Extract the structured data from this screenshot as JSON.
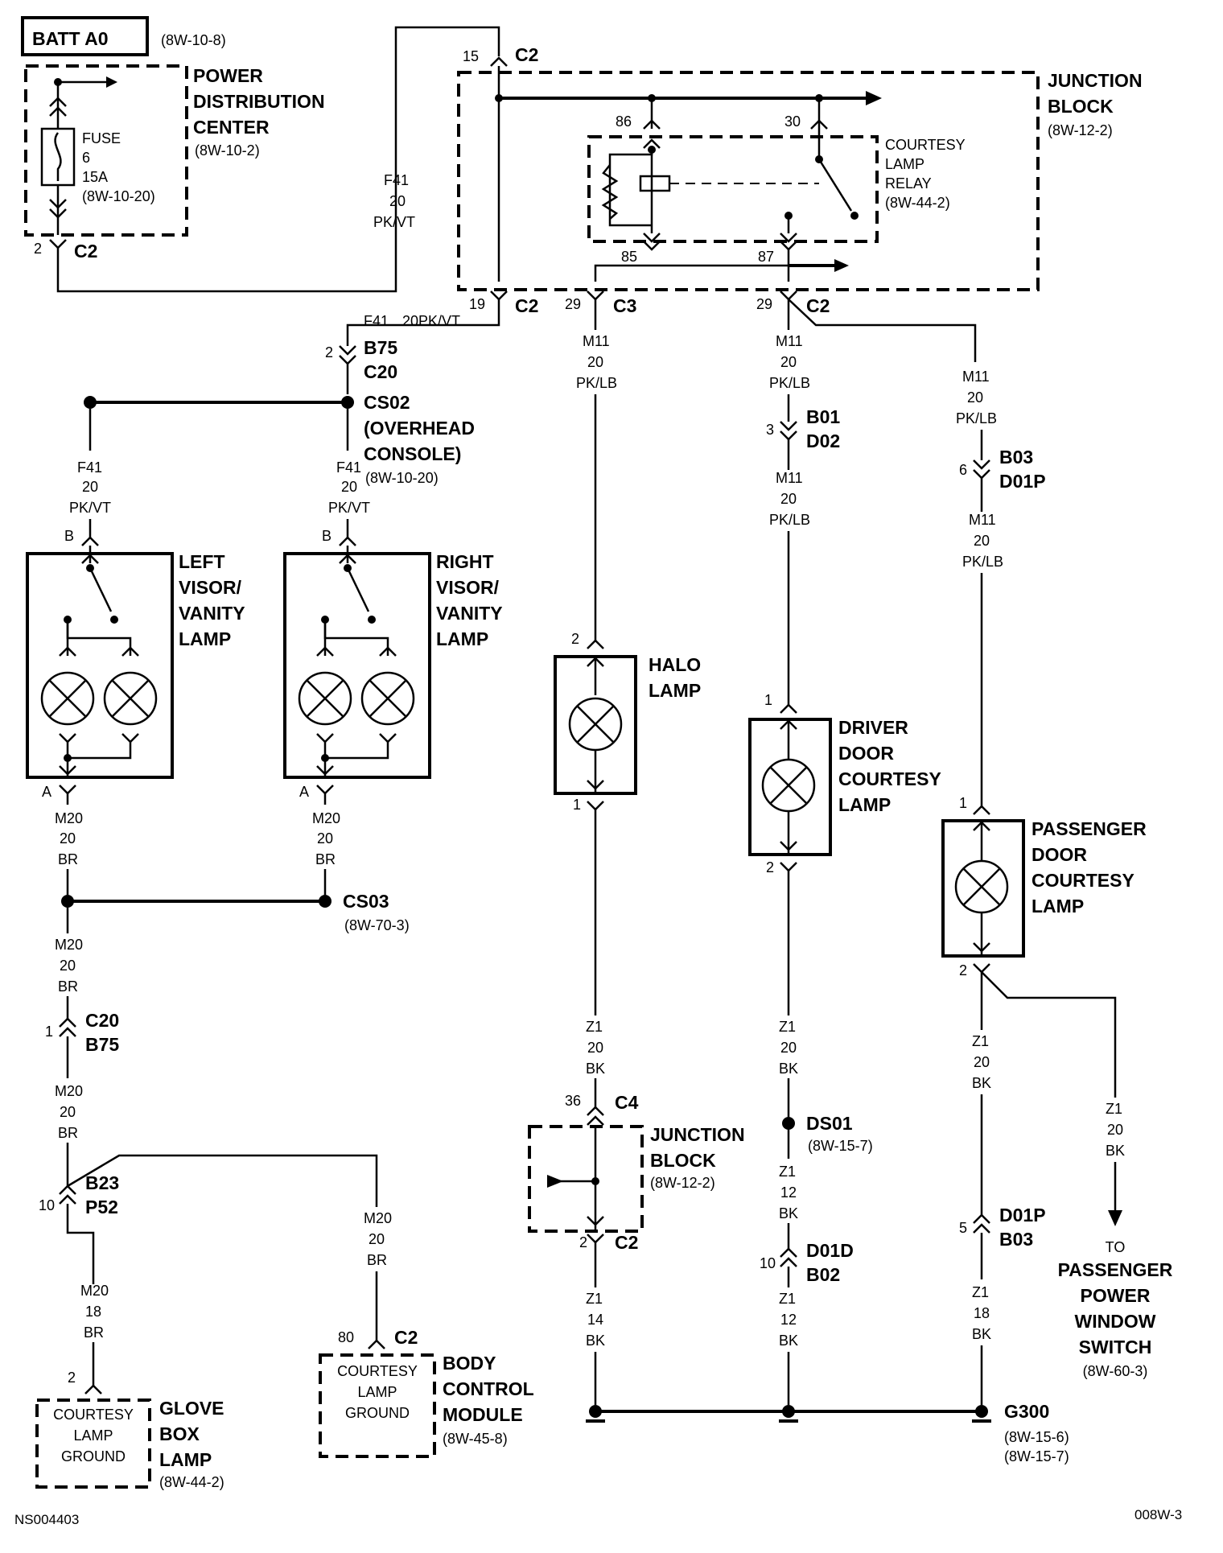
{
  "labels": {
    "batt": "BATT A0",
    "batt_ref": "(8W-10-8)",
    "pdc_1": "POWER",
    "pdc_2": "DISTRIBUTION",
    "pdc_3": "CENTER",
    "pdc_ref": "(8W-10-2)",
    "fuse_1": "FUSE",
    "fuse_2": "6",
    "fuse_3": "15A",
    "fuse_ref": "(8W-10-20)",
    "pdc_pin": "2",
    "pdc_conn": "C2",
    "w_f41": "F41",
    "w_20": "20",
    "w_pkvt": "PK/VT",
    "jb_pin15": "15",
    "jb_c2_top": "C2",
    "jb_1": "JUNCTION",
    "jb_2": "BLOCK",
    "jb_ref": "(8W-12-2)",
    "relay_86": "86",
    "relay_30": "30",
    "relay_85": "85",
    "relay_87": "87",
    "relay_1": "COURTESY",
    "relay_2": "LAMP",
    "relay_3": "RELAY",
    "relay_ref": "(8W-44-2)",
    "jb_pin19": "19",
    "jb_c2_19": "C2",
    "jb_pin29a": "29",
    "jb_c3": "C3",
    "jb_pin29b": "29",
    "jb_c2_29": "C2",
    "f41_20pkvt": "20PK/VT",
    "b75_pin": "2",
    "b75": "B75",
    "c20": "C20",
    "cs02": "CS02",
    "cs02_2": "(OVERHEAD",
    "cs02_3": "CONSOLE)",
    "cs02_ref": "(8W-10-20)",
    "w_m11": "M11",
    "w_pklb": "PK/LB",
    "b01_pin": "3",
    "b01": "B01",
    "d02": "D02",
    "b03_pin": "6",
    "b03": "B03",
    "d01p": "D01P",
    "pin_b": "B",
    "pin_a": "A",
    "lv_1": "LEFT",
    "lv_2": "VISOR/",
    "lv_3": "VANITY",
    "lv_4": "LAMP",
    "rv_1": "RIGHT",
    "rv_2": "VISOR/",
    "rv_3": "VANITY",
    "rv_4": "LAMP",
    "halo_pin2": "2",
    "halo_1": "HALO",
    "halo_2": "LAMP",
    "halo_pin1": "1",
    "dd_pin1": "1",
    "dd_1": "DRIVER",
    "dd_2": "DOOR",
    "dd_3": "COURTESY",
    "dd_4": "LAMP",
    "dd_pin2": "2",
    "pd_pin1": "1",
    "pd_1": "PASSENGER",
    "pd_2": "DOOR",
    "pd_3": "COURTESY",
    "pd_4": "LAMP",
    "pd_pin2": "2",
    "w_m20": "M20",
    "w_br": "BR",
    "cs03": "CS03",
    "cs03_ref": "(8W-70-3)",
    "c20b_pin": "1",
    "c20b_1": "C20",
    "c20b_2": "B75",
    "b23_pin": "10",
    "b23": "B23",
    "p52": "P52",
    "w_18": "18",
    "w_z1": "Z1",
    "w_bk": "BK",
    "w_12": "12",
    "w_14": "14",
    "jb2_pin36": "36",
    "jb2_c4": "C4",
    "jb2_1": "JUNCTION",
    "jb2_2": "BLOCK",
    "jb2_ref": "(8W-12-2)",
    "jb2_pin2": "2",
    "jb2_c2": "C2",
    "ds01": "DS01",
    "ds01_ref": "(8W-15-7)",
    "d01d_pin": "10",
    "d01d": "D01D",
    "b02": "B02",
    "d01p_pin": "5",
    "d01p_b": "D01P",
    "b03_b": "B03",
    "to_1": "TO",
    "to_2": "PASSENGER",
    "to_3": "POWER",
    "to_4": "WINDOW",
    "to_5": "SWITCH",
    "to_ref": "(8W-60-3)",
    "glove_pin": "2",
    "gl_g1": "COURTESY",
    "gl_g2": "LAMP",
    "gl_g3": "GROUND",
    "glove_1": "GLOVE",
    "glove_2": "BOX",
    "glove_3": "LAMP",
    "glove_ref": "(8W-44-2)",
    "bcm_pin": "80",
    "bcm_conn": "C2",
    "bc_g1": "COURTESY",
    "bc_g2": "LAMP",
    "bc_g3": "GROUND",
    "bcm_1": "BODY",
    "bcm_2": "CONTROL",
    "bcm_3": "MODULE",
    "bcm_ref": "(8W-45-8)",
    "g300": "G300",
    "g300_ref1": "(8W-15-6)",
    "g300_ref2": "(8W-15-7)",
    "doc_id": "NS004403",
    "page_id": "008W-3"
  }
}
